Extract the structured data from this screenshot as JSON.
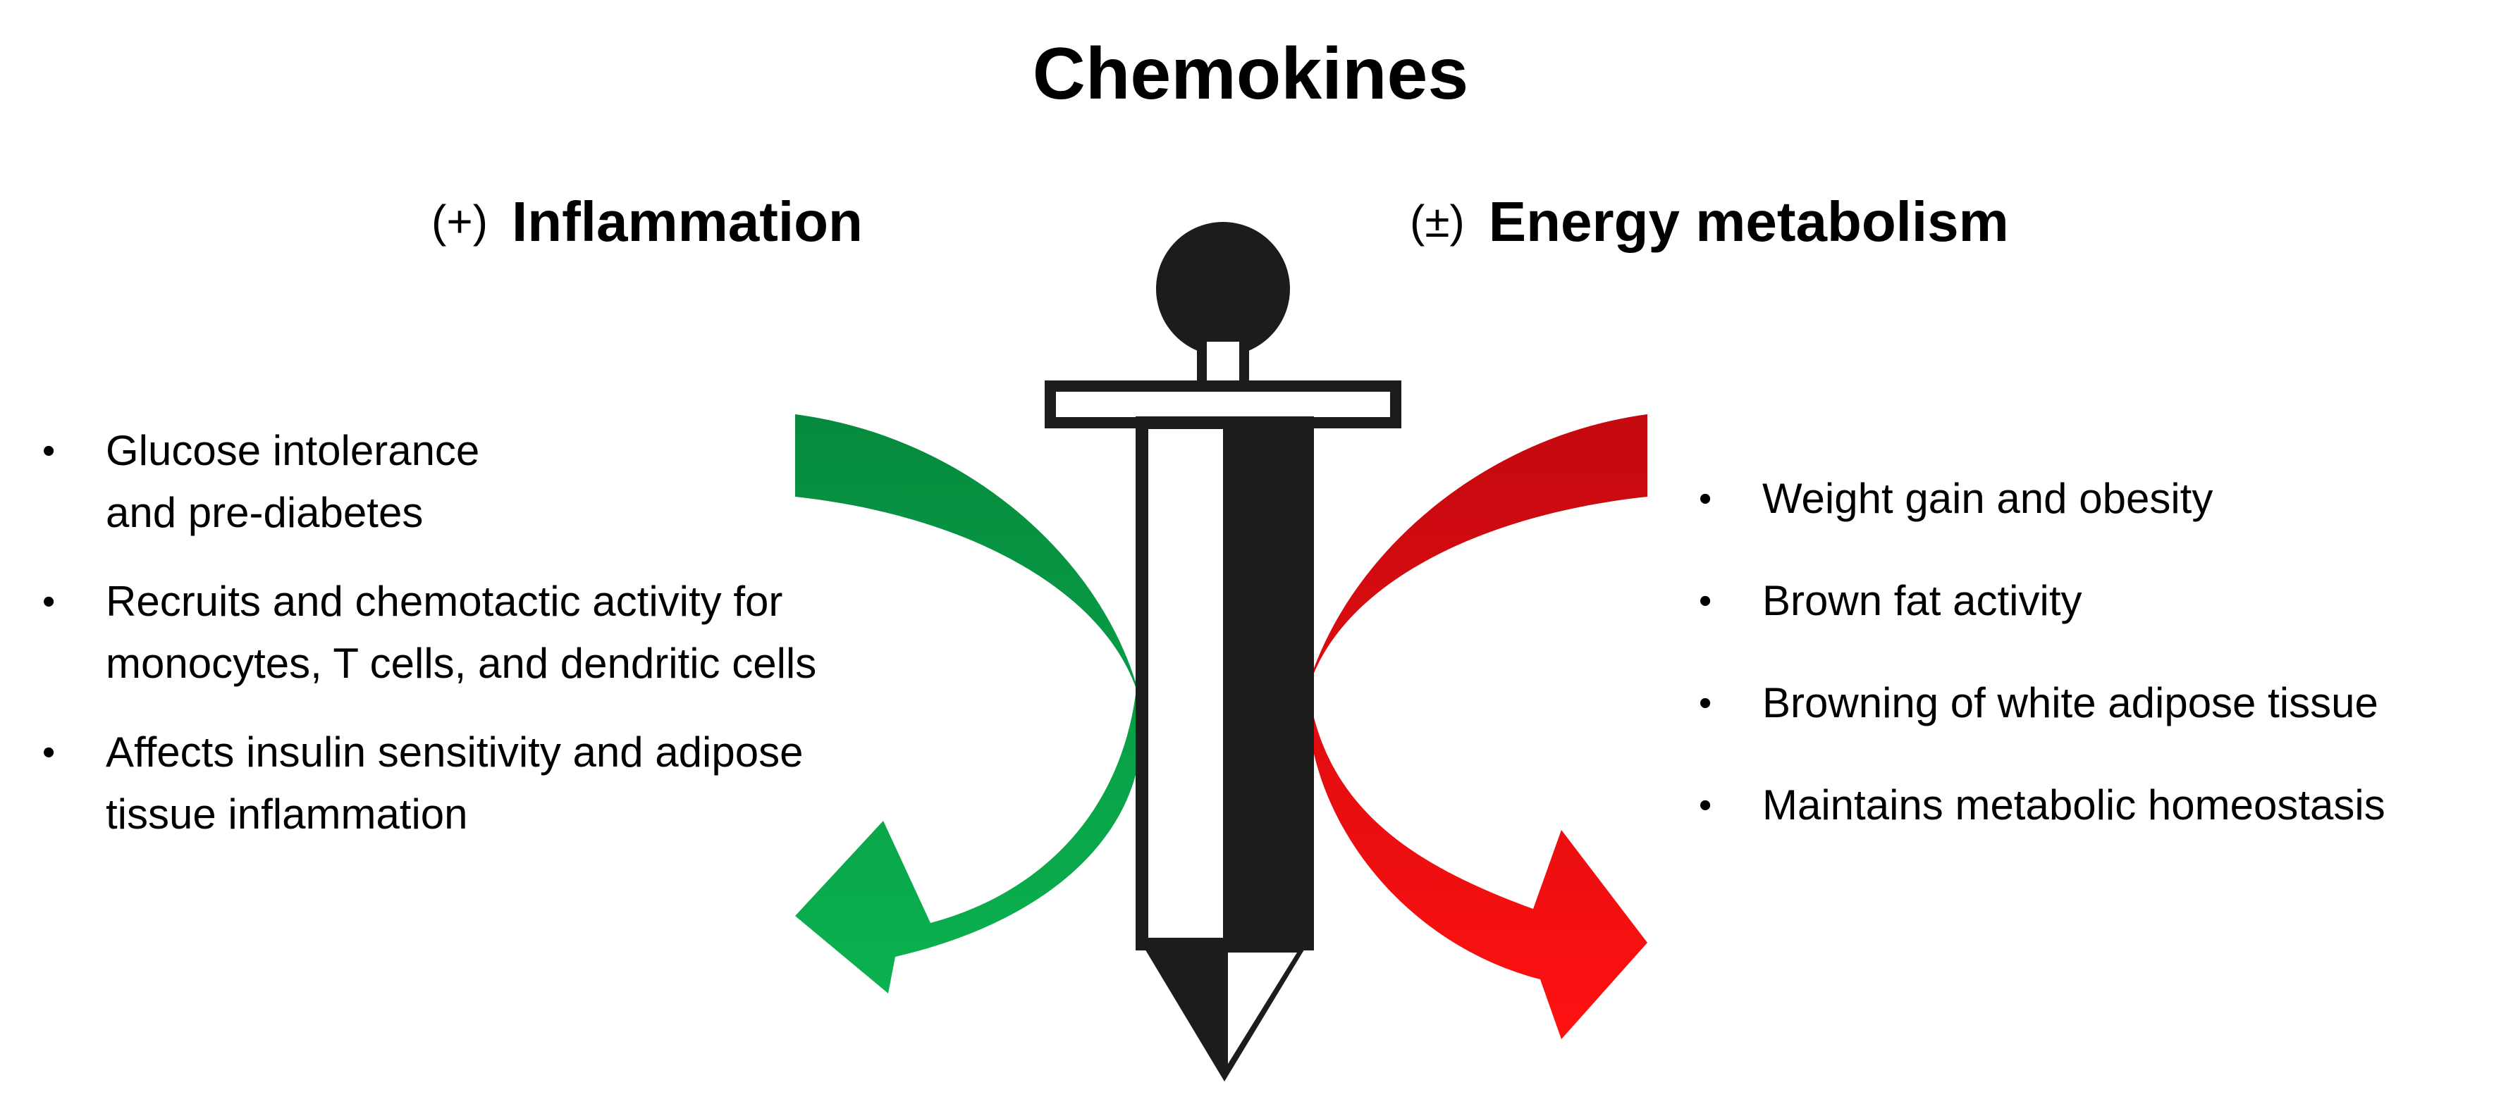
{
  "title": "Chemokines",
  "left": {
    "sign": "(+)",
    "heading": "Inflammation",
    "items": [
      "Glucose intolerance\n and pre-diabetes",
      "Recruits and chemotactic activity for monocytes, T cells, and dendritic cells",
      "Affects insulin sensitivity and adipose tissue inflammation"
    ],
    "arrow_color": "#08a04b"
  },
  "right": {
    "sign": "(±)",
    "heading": "Energy metabolism",
    "items": [
      "Weight gain and obesity",
      "Brown fat activity",
      "Browning of white adipose tissue",
      "Maintains metabolic homeostasis"
    ],
    "arrow_color": "#e8141b"
  },
  "center_icon": "pen-shaped-knife-icon"
}
